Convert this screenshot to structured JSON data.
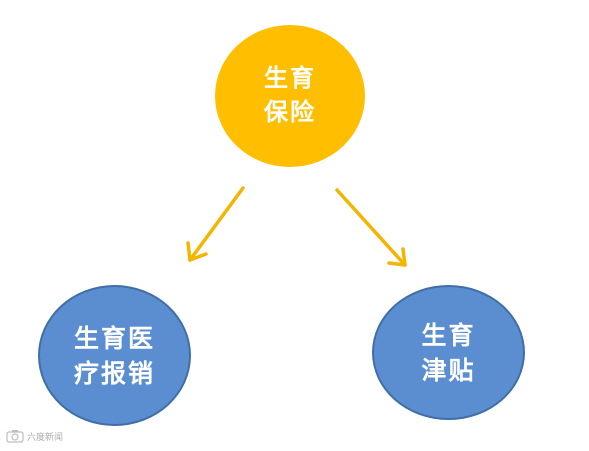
{
  "colors": {
    "top_node": "#ffbf00",
    "bottom_nodes": "#5b8ed0",
    "bottom_border": "#3f6fa6",
    "arrows": "#f2b500",
    "text": "#ffffff"
  },
  "nodes": {
    "top": {
      "line1": "生育",
      "line2": "保险"
    },
    "left": {
      "line1": "生育医",
      "line2": "疗报销"
    },
    "right": {
      "line1": "生育",
      "line2": "津贴"
    }
  },
  "watermark": {
    "icon": "camera-logo-icon",
    "text": "六度新闻"
  }
}
